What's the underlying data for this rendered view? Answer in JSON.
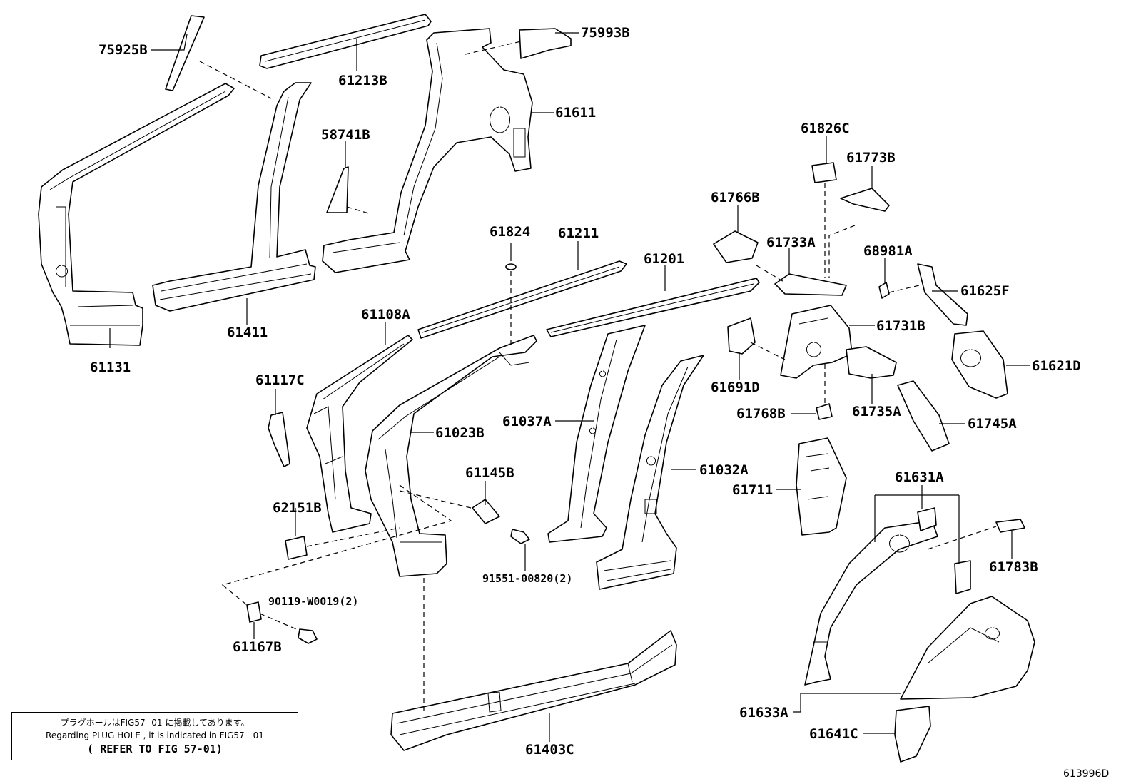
{
  "parts": [
    {
      "id": "p75925B",
      "label": "75925B"
    },
    {
      "id": "p61213B",
      "label": "61213B"
    },
    {
      "id": "p75993B",
      "label": "75993B"
    },
    {
      "id": "p61611",
      "label": "61611"
    },
    {
      "id": "p58741B",
      "label": "58741B"
    },
    {
      "id": "p61411",
      "label": "61411"
    },
    {
      "id": "p61131",
      "label": "61131"
    },
    {
      "id": "p61824",
      "label": "61824"
    },
    {
      "id": "p61211",
      "label": "61211"
    },
    {
      "id": "p61201",
      "label": "61201"
    },
    {
      "id": "p61108A",
      "label": "61108A"
    },
    {
      "id": "p61117C",
      "label": "61117C"
    },
    {
      "id": "p61023B",
      "label": "61023B"
    },
    {
      "id": "p61037A",
      "label": "61037A"
    },
    {
      "id": "p61032A",
      "label": "61032A"
    },
    {
      "id": "p61145B",
      "label": "61145B"
    },
    {
      "id": "p62151B",
      "label": "62151B"
    },
    {
      "id": "p91551",
      "label": "91551-00820(2)"
    },
    {
      "id": "p90119",
      "label": "90119-W0019(2)"
    },
    {
      "id": "p61167B",
      "label": "61167B"
    },
    {
      "id": "p61403C",
      "label": "61403C"
    },
    {
      "id": "p61826C",
      "label": "61826C"
    },
    {
      "id": "p61773B",
      "label": "61773B"
    },
    {
      "id": "p61766B",
      "label": "61766B"
    },
    {
      "id": "p61733A",
      "label": "61733A"
    },
    {
      "id": "p68981A",
      "label": "68981A"
    },
    {
      "id": "p61625F",
      "label": "61625F"
    },
    {
      "id": "p61731B",
      "label": "61731B"
    },
    {
      "id": "p61621D",
      "label": "61621D"
    },
    {
      "id": "p61691D",
      "label": "61691D"
    },
    {
      "id": "p61768B",
      "label": "61768B"
    },
    {
      "id": "p61735A",
      "label": "61735A"
    },
    {
      "id": "p61745A",
      "label": "61745A"
    },
    {
      "id": "p61711",
      "label": "61711"
    },
    {
      "id": "p61631A",
      "label": "61631A"
    },
    {
      "id": "p61783B",
      "label": "61783B"
    },
    {
      "id": "p61633A",
      "label": "61633A"
    },
    {
      "id": "p61641C",
      "label": "61641C"
    }
  ],
  "note": {
    "line1": "プラグホールはFIG57--01 に掲載してあります。",
    "line2": "Regarding PLUG HOLE , it is indicated in FIG57－01",
    "line3": "( REFER TO FIG 57-01)"
  },
  "figure_id": "613996D"
}
